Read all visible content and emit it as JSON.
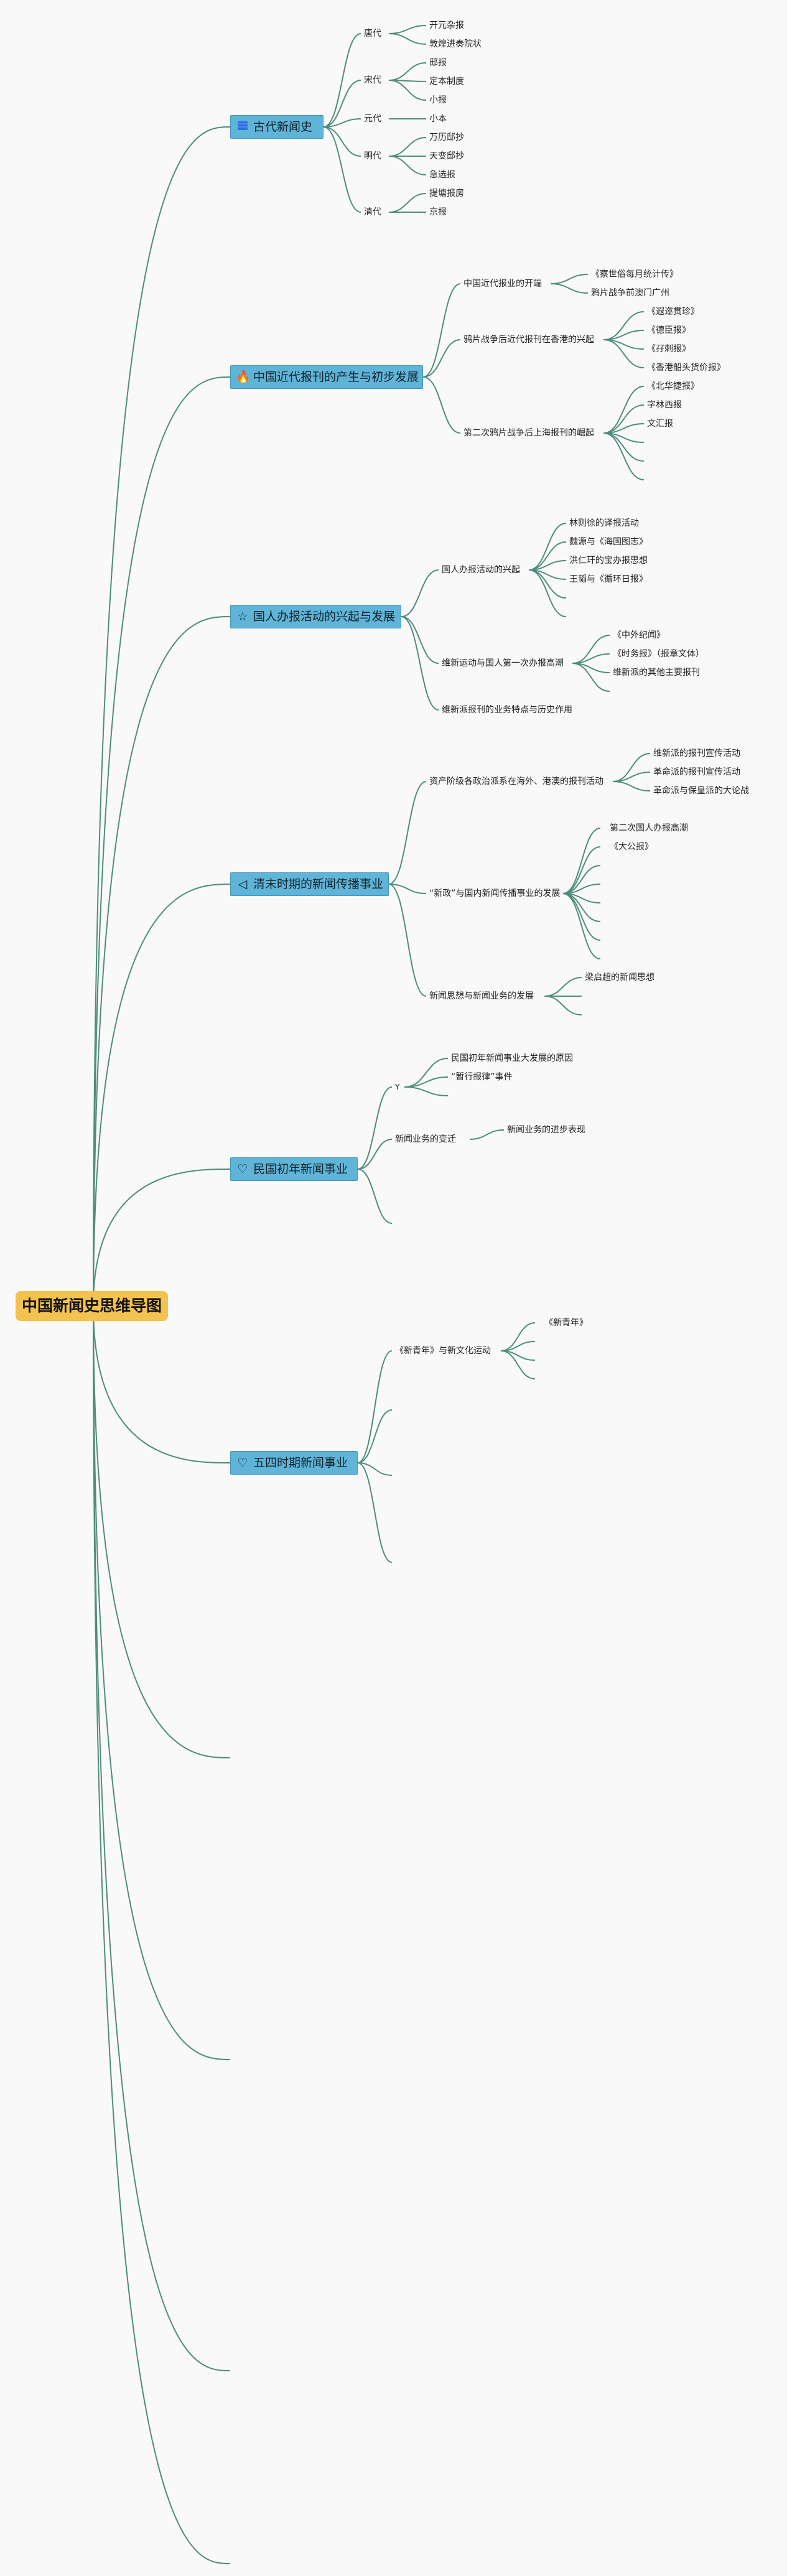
{
  "root": {
    "title": "中国新闻史思维导图"
  },
  "icons": {
    "t1": "flag-icon",
    "t2": "fire-icon",
    "t3": "star-icon",
    "t4": "send-icon",
    "t5": "heart-icon",
    "t6": "heart-icon"
  },
  "icon_glyphs": {
    "t1": "",
    "t2": "🔥",
    "t3": "☆",
    "t4": "◁",
    "t5": "♡",
    "t6": "♡"
  },
  "colors": {
    "root": "#f3c24f",
    "topic": "#5fb4d7",
    "link": "#4e8c7c"
  },
  "topics": [
    {
      "label": "古代新闻史",
      "children": [
        {
          "label": "唐代",
          "children": [
            "开元杂报",
            "敦煌进奏院状"
          ]
        },
        {
          "label": "宋代",
          "children": [
            "邸报",
            "定本制度",
            "小报"
          ]
        },
        {
          "label": "元代",
          "children": [
            "小本"
          ]
        },
        {
          "label": "明代",
          "children": [
            "万历邸抄",
            "天变邸抄",
            "急选报"
          ]
        },
        {
          "label": "清代",
          "children": [
            "提塘报房",
            "京报"
          ]
        }
      ]
    },
    {
      "label": "中国近代报刊的产生与初步发展",
      "children": [
        {
          "label": "中国近代报业的开端",
          "children": [
            "《察世俗每月统计传》",
            "鸦片战争前澳门广州"
          ]
        },
        {
          "label": "鸦片战争后近代报刊在香港的兴起",
          "children": [
            "《遐迩贯珍》",
            "《德臣报》",
            "《孖刺报》",
            "《香港船头货价报》"
          ]
        },
        {
          "label": "第二次鸦片战争后上海报刊的崛起",
          "children": [
            "《北华捷报》",
            "字林西报",
            "文汇报"
          ]
        }
      ]
    },
    {
      "label": "国人办报活动的兴起与发展",
      "children": [
        {
          "label": "国人办报活动的兴起",
          "children": [
            "林则徐的译报活动",
            "魏源与《海国图志》",
            "洪仁玕的宝办报思想",
            "王韬与《循环日报》"
          ]
        },
        {
          "label": "维新运动与国人第一次办报高潮",
          "children": [
            "《中外纪闻》",
            "《时务报》（报章文体）",
            "维新派的其他主要报刊"
          ]
        },
        {
          "label": "维新派报刊的业务特点与历史作用",
          "children": []
        }
      ]
    },
    {
      "label": "清末时期的新闻传播事业",
      "children": [
        {
          "label": "资产阶级各政治派系在海外、港澳的报刊活动",
          "children": [
            "维新派的报刊宣传活动",
            "革命派的报刊宣传活动",
            "革命派与保皇派的大论战"
          ]
        },
        {
          "label": "“新政”与国内新闻传播事业的发展",
          "children": [
            "第二次国人办报高潮",
            "《大公报》"
          ]
        },
        {
          "label": "新闻思想与新闻业务的发展",
          "children": [
            "梁启超的新闻思想"
          ]
        }
      ]
    },
    {
      "label": "民国初年新闻事业",
      "children": [
        {
          "label": "Y",
          "children": [
            "民国初年新闻事业大发展的原因",
            "“暂行报律”事件"
          ]
        },
        {
          "label": "新闻业务的变迁",
          "children": [
            "新闻业务的进步表现"
          ]
        }
      ]
    },
    {
      "label": "五四时期新闻事业",
      "children": [
        {
          "label": "《新青年》与新文化运动",
          "children": [
            "《新青年》"
          ]
        }
      ]
    }
  ]
}
